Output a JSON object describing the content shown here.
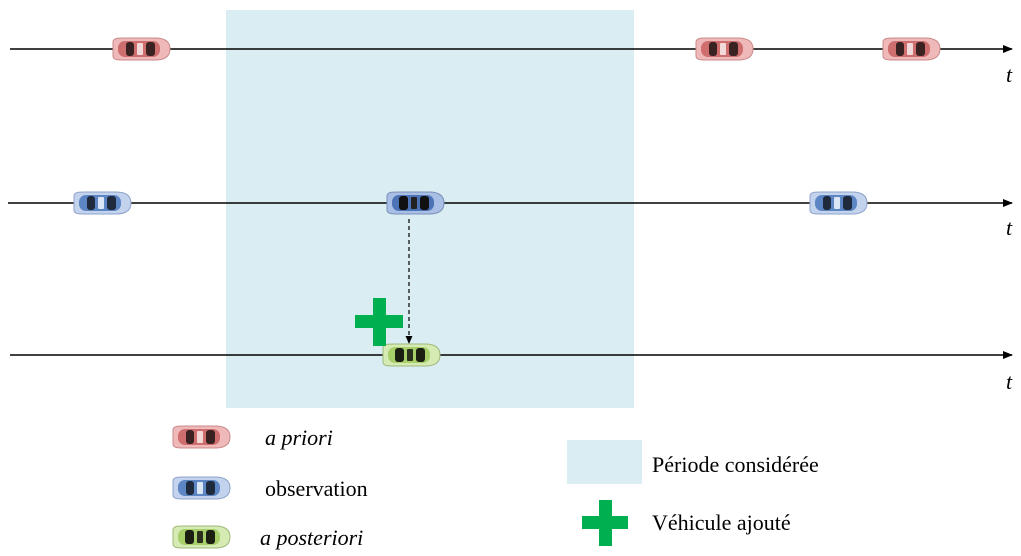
{
  "axis_label": "t",
  "colors": {
    "period_fill": "#daedf3",
    "prior": "#cf6e6e",
    "observation": "#5d86c4",
    "posterior": "#a7cf6a",
    "added_cross": "#00b050"
  },
  "timelines": [
    {
      "name": "prior-timeline",
      "car_type": "prior",
      "cars": 3
    },
    {
      "name": "observation-timeline",
      "car_type": "observation",
      "cars": 3
    },
    {
      "name": "posterior-timeline",
      "car_type": "posterior",
      "cars": 1
    }
  ],
  "legend": {
    "prior_label": "a priori",
    "observation_label": "observation",
    "posterior_label": "a posteriori",
    "period_label": "Période considérée",
    "added_vehicle_label": "Véhicule ajouté"
  }
}
